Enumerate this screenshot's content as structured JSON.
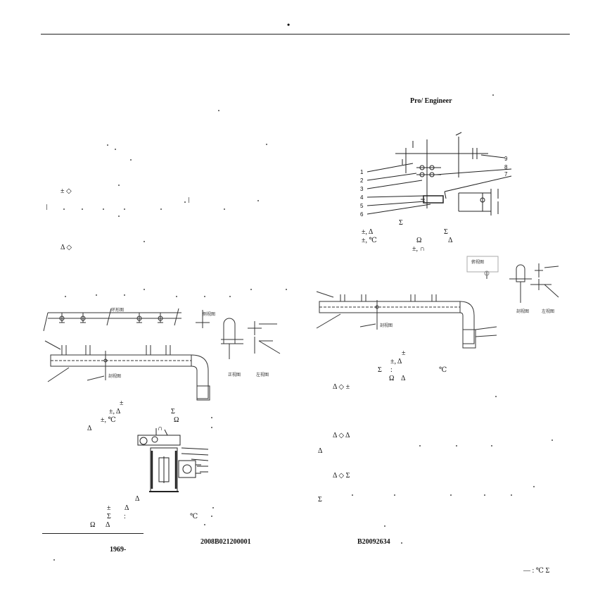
{
  "header": {
    "mark": "•"
  },
  "figure_top_right": {
    "title": "Pro/ Engineer",
    "callouts": [
      "1",
      "2",
      "3",
      "4",
      "5",
      "6",
      "7",
      "8",
      "9"
    ]
  },
  "symbol_lines": {
    "s1": "± ◇",
    "s2": "Δ ◇",
    "c1": "±, Δ",
    "c1b": "Σ",
    "c1c": "Σ",
    "c2": "±, ℃",
    "c2b": "Ω",
    "c2c": "Δ",
    "c3": "±, ∩",
    "m1": "±",
    "m2": "±, Δ",
    "m2b": "Σ",
    "m3": "±, ℃",
    "m3b": "Ω",
    "m4": "Δ",
    "m5": "∩",
    "r1": "±",
    "r2": "±, Δ",
    "r3": "Σ",
    "r3b": ":",
    "r3c": "℃",
    "r4": "Ω",
    "r4b": "Δ",
    "r5": "Δ ◇ ±",
    "r6": "Δ ◇ Δ",
    "r7": "Δ",
    "r8": "Δ ◇ Σ",
    "r9": "Σ",
    "b1": "Δ",
    "b2": "±",
    "b2b": "Δ",
    "b3": "Σ",
    "b3b": ":",
    "b3c": "℃",
    "b4": "Ω",
    "b4b": "Δ"
  },
  "figure_left_labels": {
    "top": "环形图",
    "right": "侧视图",
    "bottom": "剖视图",
    "side1": "正视图",
    "side2": "左视图"
  },
  "figure_right_labels": {
    "main": "剖视图",
    "topright": "俯视图",
    "side1": "剖视图",
    "side2": "左视图"
  },
  "footer": {
    "author_year": "1969-",
    "fund1": "2008B021200001",
    "fund2": "B20092634",
    "page_marks": "— : ℃ Σ"
  }
}
